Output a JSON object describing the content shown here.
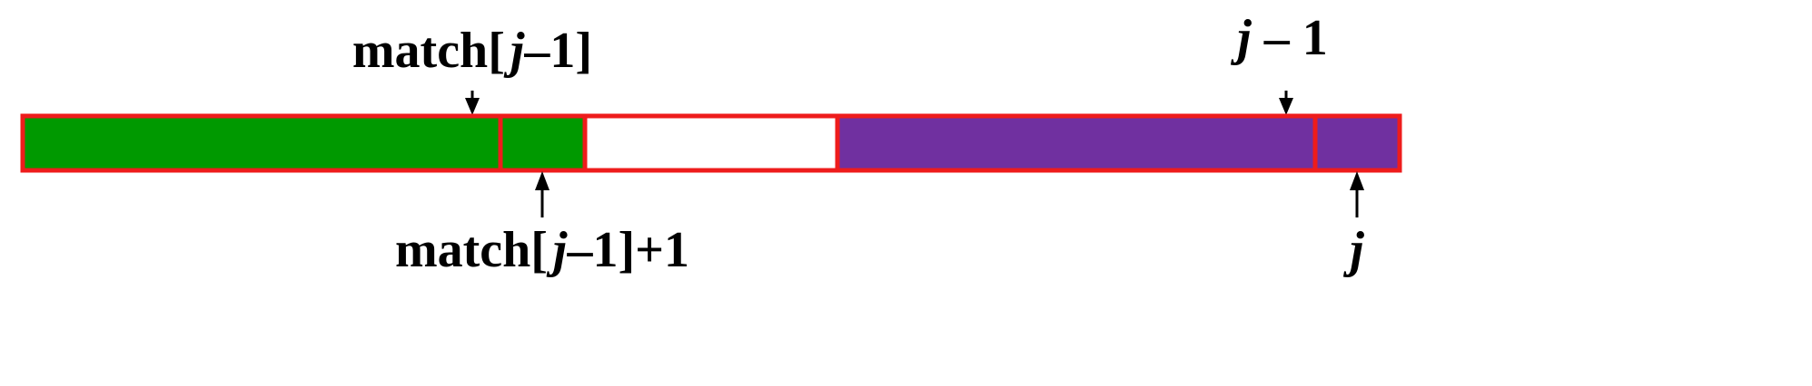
{
  "labels": {
    "match_j_minus_1": {
      "prefix": "match[",
      "var": "j",
      "suffix": "–1]"
    },
    "match_j_minus_1_plus_1": {
      "prefix": "match[",
      "var": "j",
      "suffix": "–1]+1"
    },
    "j_minus_1": {
      "var": "j",
      "suffix": " – 1"
    },
    "j": {
      "var": "j"
    }
  },
  "colors": {
    "green": "#009900",
    "white": "#ffffff",
    "purple": "#7030a0",
    "border": "#ee1c1c",
    "arrow": "#000000"
  }
}
